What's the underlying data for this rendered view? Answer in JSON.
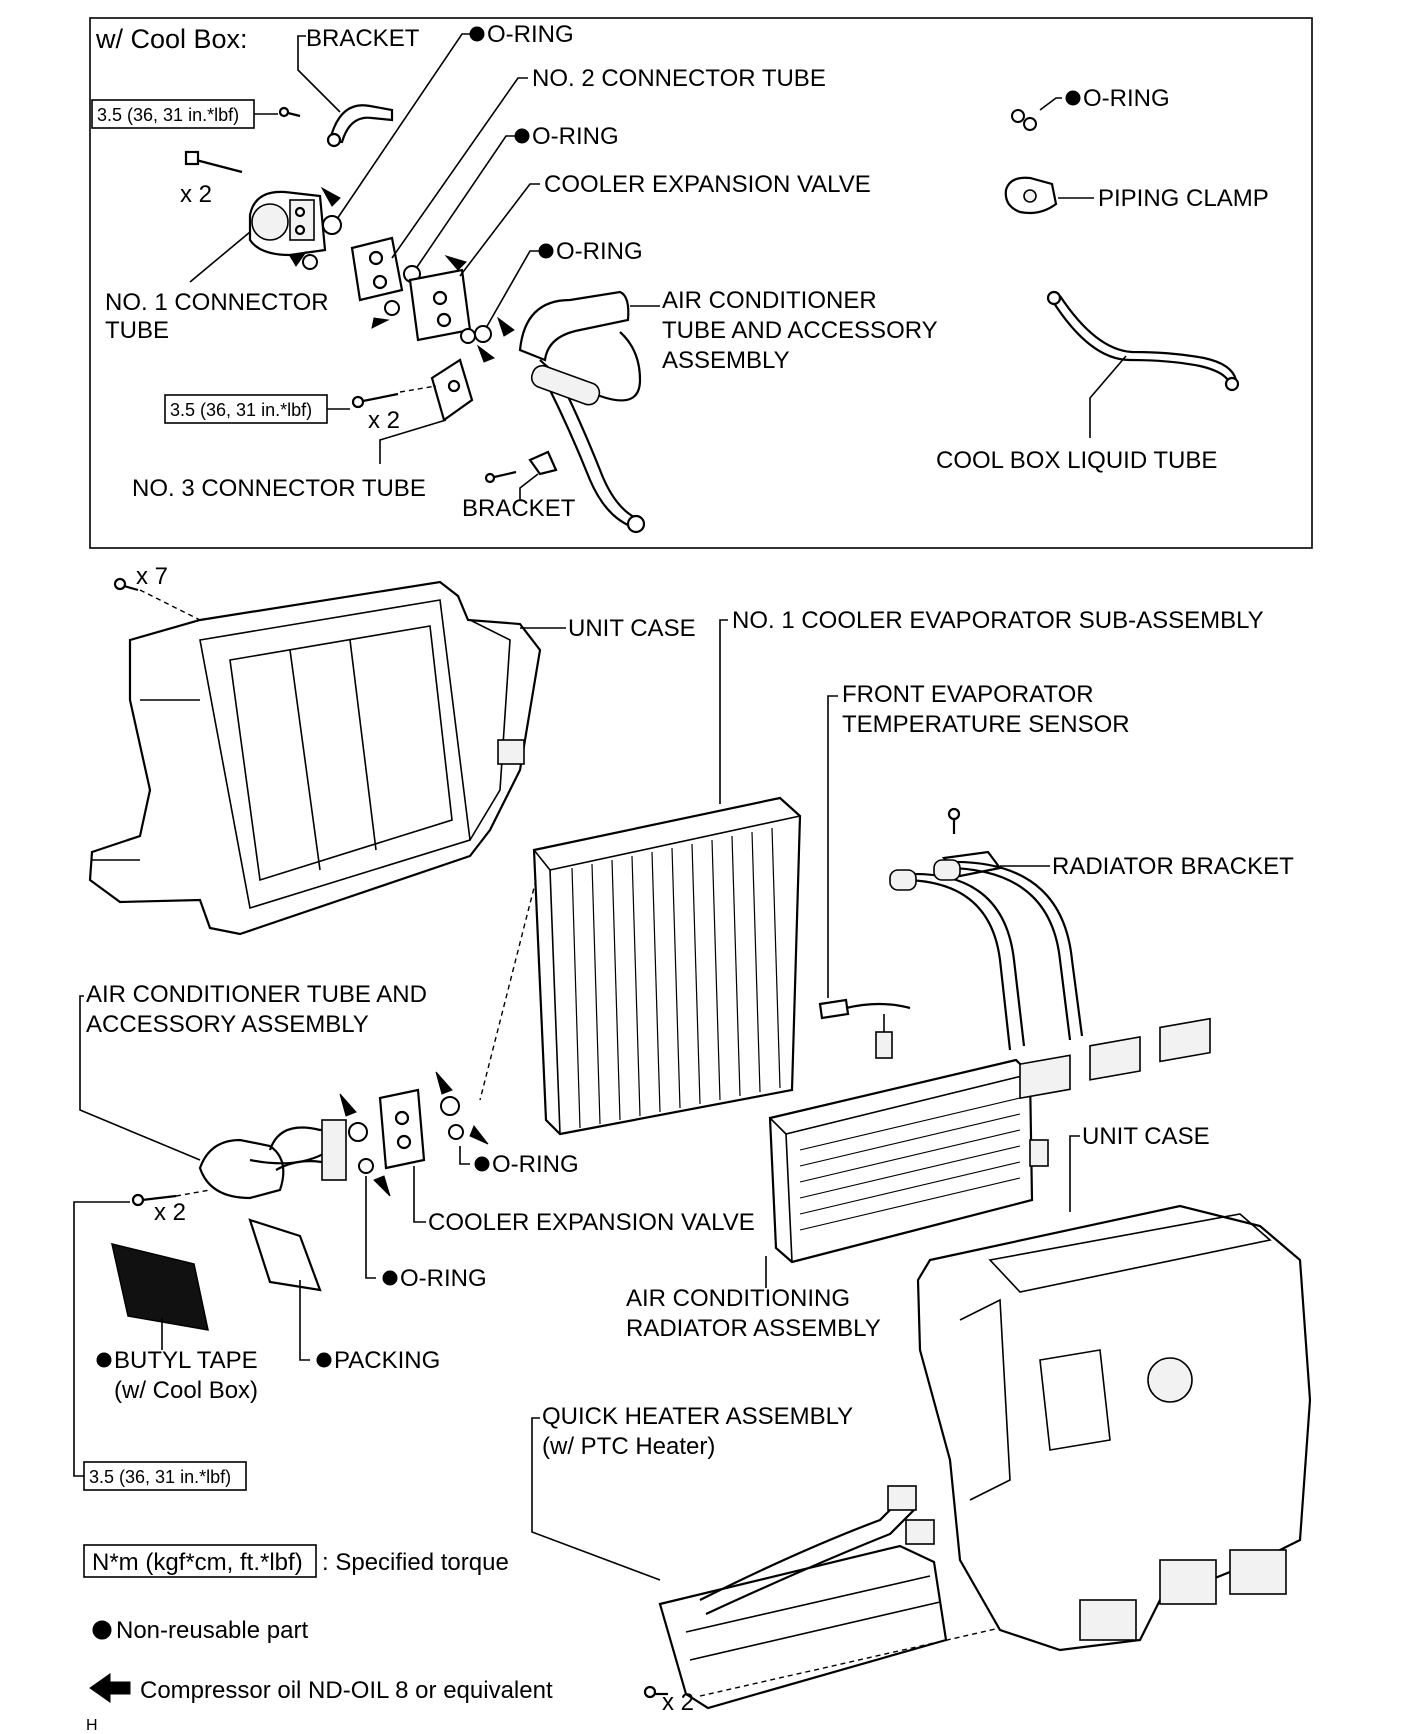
{
  "cool_box_section": {
    "title": "w/ Cool Box:",
    "labels": {
      "bracket_top": "BRACKET",
      "o_ring_1": "O-RING",
      "no2_connector_tube": "NO. 2 CONNECTOR TUBE",
      "o_ring_2": "O-RING",
      "cooler_expansion_valve": "COOLER EXPANSION VALVE",
      "o_ring_3": "O-RING",
      "ac_tube_line1": "AIR CONDITIONER",
      "ac_tube_line2": "TUBE AND ACCESSORY",
      "ac_tube_line3": "ASSEMBLY",
      "no1_connector_line1": "NO. 1 CONNECTOR",
      "no1_connector_line2": "TUBE",
      "no3_connector_tube": "NO. 3 CONNECTOR TUBE",
      "bracket_bottom": "BRACKET",
      "o_ring_right": "O-RING",
      "piping_clamp": "PIPING CLAMP",
      "cool_box_liquid_tube": "COOL BOX LIQUID TUBE"
    },
    "torque_1": "3.5 (36, 31 in.*lbf)",
    "torque_2": "3.5 (36, 31 in.*lbf)",
    "qty_1": "x 2",
    "qty_2": "x 2"
  },
  "main_section": {
    "labels": {
      "unit_case_top": "UNIT CASE",
      "no1_evaporator": "NO. 1 COOLER EVAPORATOR SUB-ASSEMBLY",
      "front_evap_line1": "FRONT EVAPORATOR",
      "front_evap_line2": "TEMPERATURE SENSOR",
      "radiator_bracket": "RADIATOR BRACKET",
      "ac_tube_line1": "AIR CONDITIONER TUBE AND",
      "ac_tube_line2": "ACCESSORY ASSEMBLY",
      "o_ring_a": "O-RING",
      "cooler_expansion_valve": "COOLER EXPANSION VALVE",
      "o_ring_b": "O-RING",
      "unit_case_bottom": "UNIT CASE",
      "ac_radiator_line1": "AIR CONDITIONING",
      "ac_radiator_line2": "RADIATOR ASSEMBLY",
      "butyl_line1": "BUTYL TAPE",
      "butyl_line2": "(w/ Cool Box)",
      "packing": "PACKING",
      "quick_heater_line1": "QUICK HEATER ASSEMBLY",
      "quick_heater_line2": "(w/ PTC Heater)"
    },
    "torque": "3.5 (36, 31 in.*lbf)",
    "qty_screws_top": "x 7",
    "qty_screws_left": "x 2",
    "qty_screws_bottom": "x 2"
  },
  "legend": {
    "torque_box": "N*m (kgf*cm, ft.*lbf)",
    "torque_text": ": Specified torque",
    "non_reusable": "Non-reusable part",
    "compressor_oil": "Compressor oil ND-OIL 8 or equivalent"
  },
  "figure_id": "H"
}
